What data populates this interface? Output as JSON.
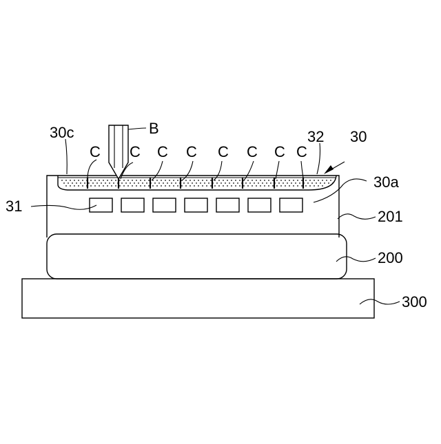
{
  "labels": {
    "ref_30c": "30c",
    "ref_b": "B",
    "ref_32": "32",
    "ref_30": "30",
    "ref_30a": "30a",
    "ref_31": "31",
    "ref_201": "201",
    "ref_200": "200",
    "ref_300": "300",
    "crack_labels": [
      "C",
      "C",
      "C",
      "C",
      "C",
      "C",
      "C",
      "C"
    ]
  },
  "colors": {
    "line": "#000000",
    "background": "#ffffff"
  }
}
